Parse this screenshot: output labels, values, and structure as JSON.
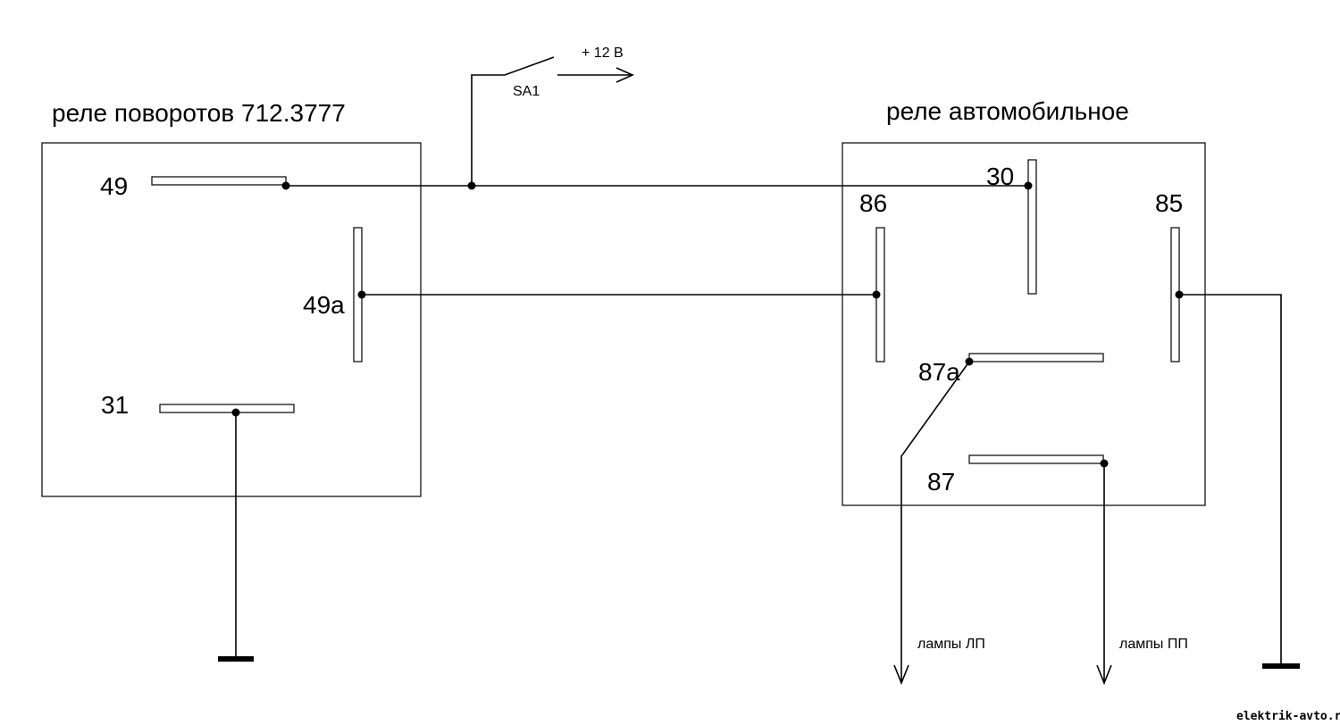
{
  "relay_left": {
    "title": "реле поворотов 712.3777",
    "pin_49": "49",
    "pin_49a": "49a",
    "pin_31": "31"
  },
  "relay_right": {
    "title": "реле автомобильное",
    "pin_30": "30",
    "pin_86": "86",
    "pin_85": "85",
    "pin_87a": "87a",
    "pin_87": "87"
  },
  "switch": {
    "name": "SA1",
    "supply": "+ 12 B"
  },
  "outputs": {
    "left_lamps": "лампы ЛП",
    "right_lamps": "лампы ПП"
  },
  "watermark": "elektrik-avto.ru"
}
